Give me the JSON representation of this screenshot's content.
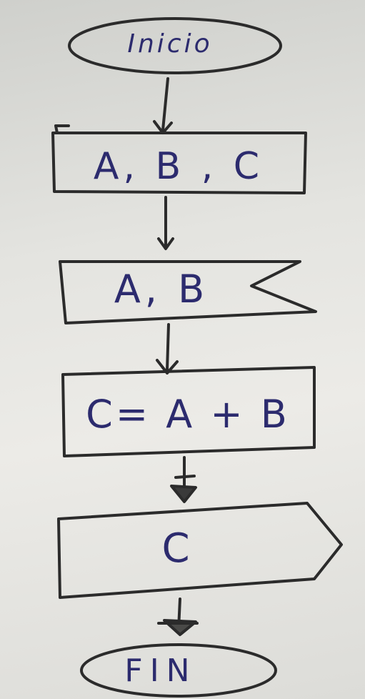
{
  "diagram": {
    "start": "Inicio",
    "variables": "A, B , C",
    "input": "A, B",
    "process": "C= A + B",
    "output": "C",
    "end": "FIN"
  },
  "colors": {
    "ink": "#2c2b6e",
    "stroke": "#2b2b2b",
    "paper": "#e6e6e2"
  }
}
